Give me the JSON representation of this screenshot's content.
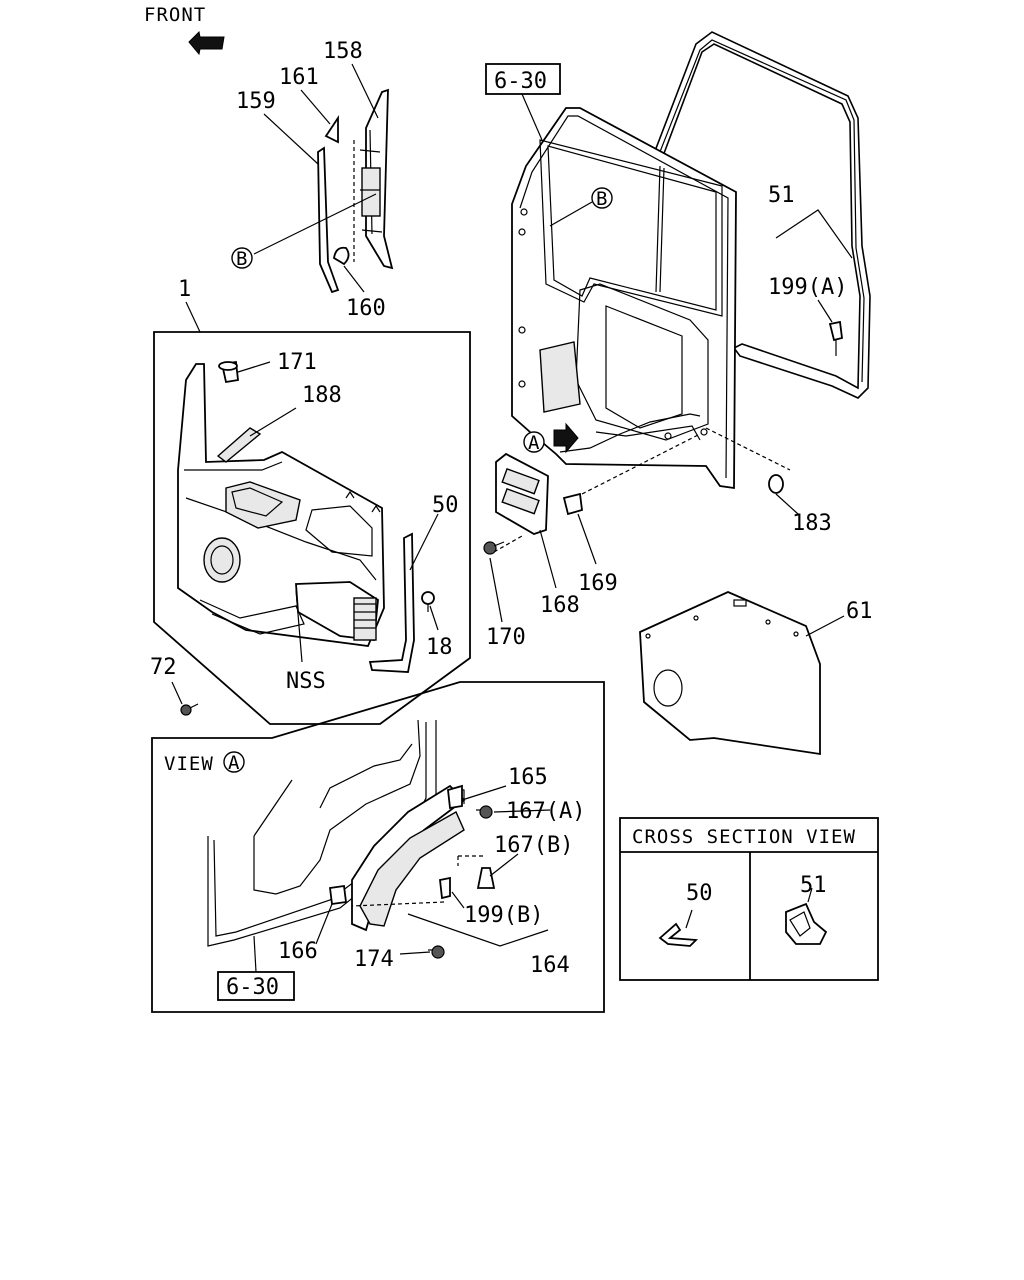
{
  "orientation": {
    "front_label": "FRONT"
  },
  "references": {
    "section_top": "6-30",
    "section_bottom": "6-30"
  },
  "detail_markers": {
    "A": "A",
    "B": "B"
  },
  "callouts": {
    "p158": "158",
    "p161": "161",
    "p159": "159",
    "p160": "160",
    "p1": "1",
    "p171": "171",
    "p188": "188",
    "p50": "50",
    "p18": "18",
    "pNSS": "NSS",
    "p72": "72",
    "p51": "51",
    "p199A": "199(A)",
    "p183": "183",
    "p169": "169",
    "p168": "168",
    "p170": "170",
    "p61": "61",
    "p165": "165",
    "p167A": "167(A)",
    "p167B": "167(B)",
    "p199B": "199(B)",
    "p166": "166",
    "p174": "174",
    "p164": "164"
  },
  "view_a": {
    "title": "VIEW"
  },
  "cross_section": {
    "title": "CROSS SECTION VIEW",
    "left_label": "50",
    "right_label": "51"
  }
}
